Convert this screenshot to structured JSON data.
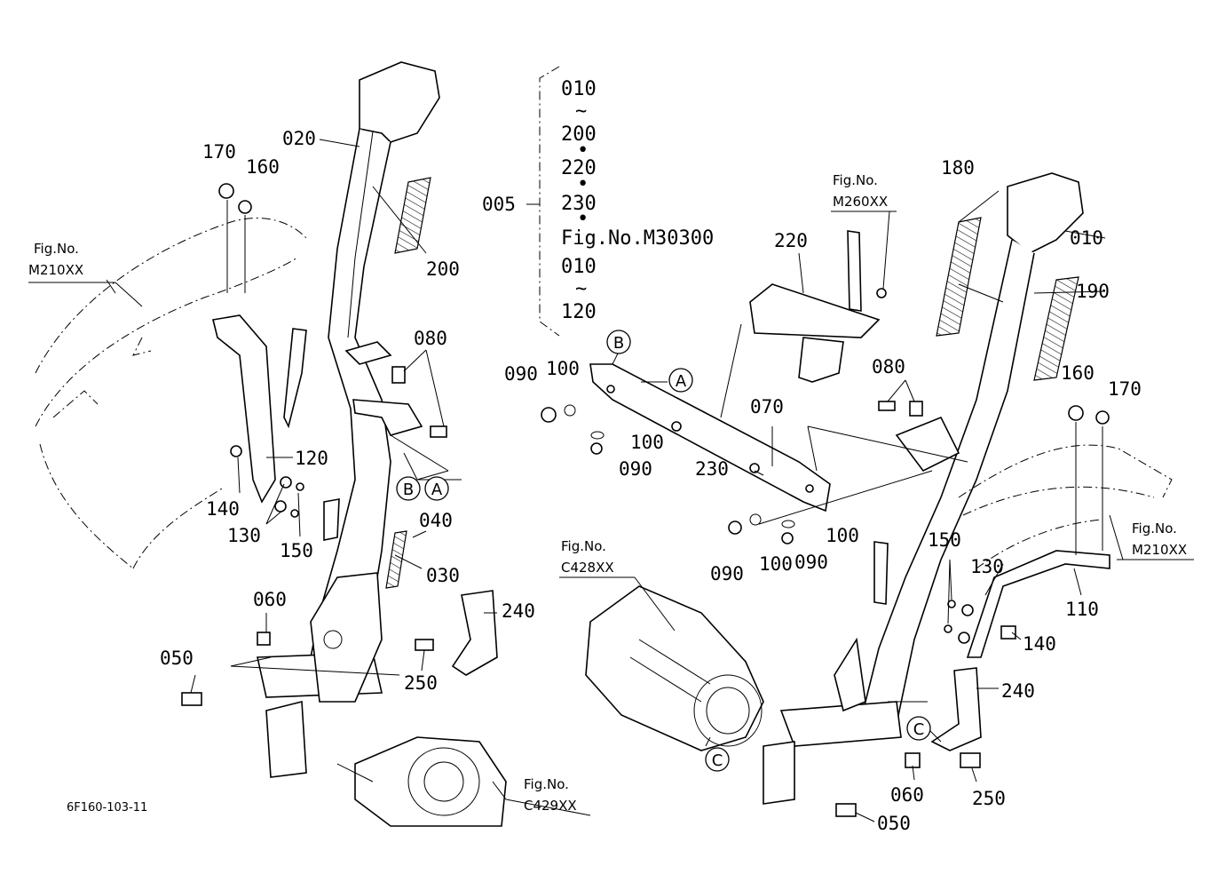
{
  "diagram": {
    "drawing_code": "6F160-103-11",
    "group": {
      "code": "005",
      "lines": [
        "010",
        "~",
        "200",
        "•",
        "220",
        "•",
        "230",
        "•",
        "Fig.No.M30300",
        "010",
        "~",
        "120"
      ]
    },
    "fig_refs": {
      "fig_label": "Fig.No.",
      "m210_left": "M210XX",
      "m210_right": "M210XX",
      "m260": "M260XX",
      "c428": "C428XX",
      "c429": "C429XX"
    },
    "markers": {
      "a": "A",
      "b": "B",
      "c": "C"
    },
    "parts": {
      "p010": "010",
      "p020": "020",
      "p030": "030",
      "p040": "040",
      "p050": "050",
      "p060": "060",
      "p070": "070",
      "p080": "080",
      "p090": "090",
      "p100": "100",
      "p110": "110",
      "p120": "120",
      "p130": "130",
      "p140": "140",
      "p150": "150",
      "p160": "160",
      "p170": "170",
      "p180": "180",
      "p190": "190",
      "p200": "200",
      "p220": "220",
      "p230": "230",
      "p240": "240",
      "p250": "250"
    }
  }
}
